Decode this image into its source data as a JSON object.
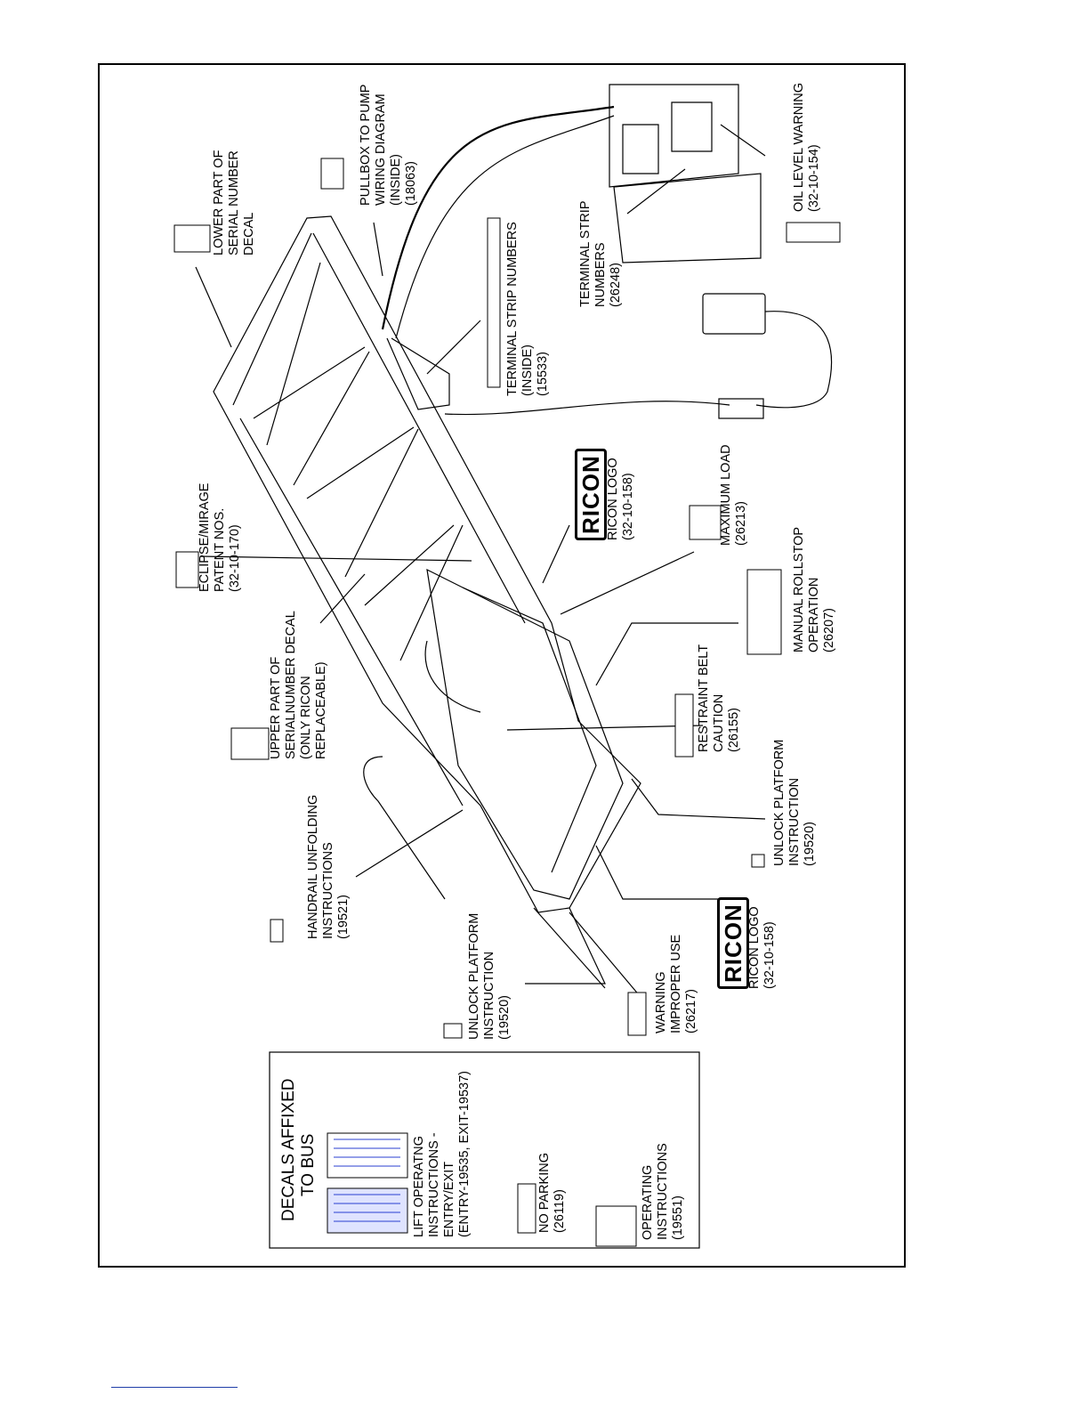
{
  "labels": {
    "lower_serial": [
      "LOWER PART OF",
      "SERIAL NUMBER",
      "DECAL"
    ],
    "pullbox": [
      "PULLBOX TO PUMP",
      "WIRING DIAGRAM",
      "(INSIDE)",
      "(18063)"
    ],
    "oil_level": [
      "OIL LEVEL WARNING",
      "(32-10-154)"
    ],
    "terminal_strip_numbers": [
      "TERMINAL STRIP",
      "NUMBERS",
      "(26248)"
    ],
    "terminal_strip_inside": [
      "TERMINAL STRIP NUMBERS",
      "(INSIDE)",
      "(15533)"
    ],
    "eclipse_patent": [
      "ECLIPSE/MIRAGE",
      "PATENT NOS.",
      "(32-10-170)"
    ],
    "ricon_logo_top": [
      "RICON LOGO",
      "(32-10-158)"
    ],
    "maximum_load": [
      "MAXIMUM LOAD",
      "(26213)"
    ],
    "manual_rollstop": [
      "MANUAL ROLLSTOP",
      "OPERATION",
      "(26207)"
    ],
    "upper_serial": [
      "UPPER PART OF",
      "SERIALNUMBER DECAL",
      "(ONLY RICON",
      "REPLACEABLE)"
    ],
    "restraint_belt": [
      "RESTRAINT BELT",
      "CAUTION",
      "(26155)"
    ],
    "handrail": [
      "HANDRAIL UNFOLDING",
      "INSTRUCTIONS",
      "(19521)"
    ],
    "unlock_right": [
      "UNLOCK PLATFORM",
      "INSTRUCTION",
      "(19520)"
    ],
    "ricon_logo_bottom": [
      "RICON LOGO",
      "(32-10-158)"
    ],
    "unlock_left": [
      "UNLOCK PLATFORM",
      "INSTRUCTION",
      "(19520)"
    ],
    "warning_improper": [
      "WARNING",
      "IMPROPER USE",
      "(26217)"
    ],
    "decals_title": [
      "DECALS AFFIXED",
      "TO BUS"
    ],
    "lift_operating": [
      "LIFT OPERATNG",
      "INSTRUCTIONS -",
      "ENTRY/EXIT",
      "(ENTRY-19535, EXIT-19537)"
    ],
    "no_parking": [
      "NO PARKING",
      "(26119)"
    ],
    "operating_instr": [
      "OPERATING",
      "INSTRUCTIONS",
      "(19551)"
    ]
  },
  "logo_text": "RICON",
  "colors": {
    "line": "#000000",
    "link": "#1f3ea8",
    "decal_blue": "#2a3fd0"
  }
}
